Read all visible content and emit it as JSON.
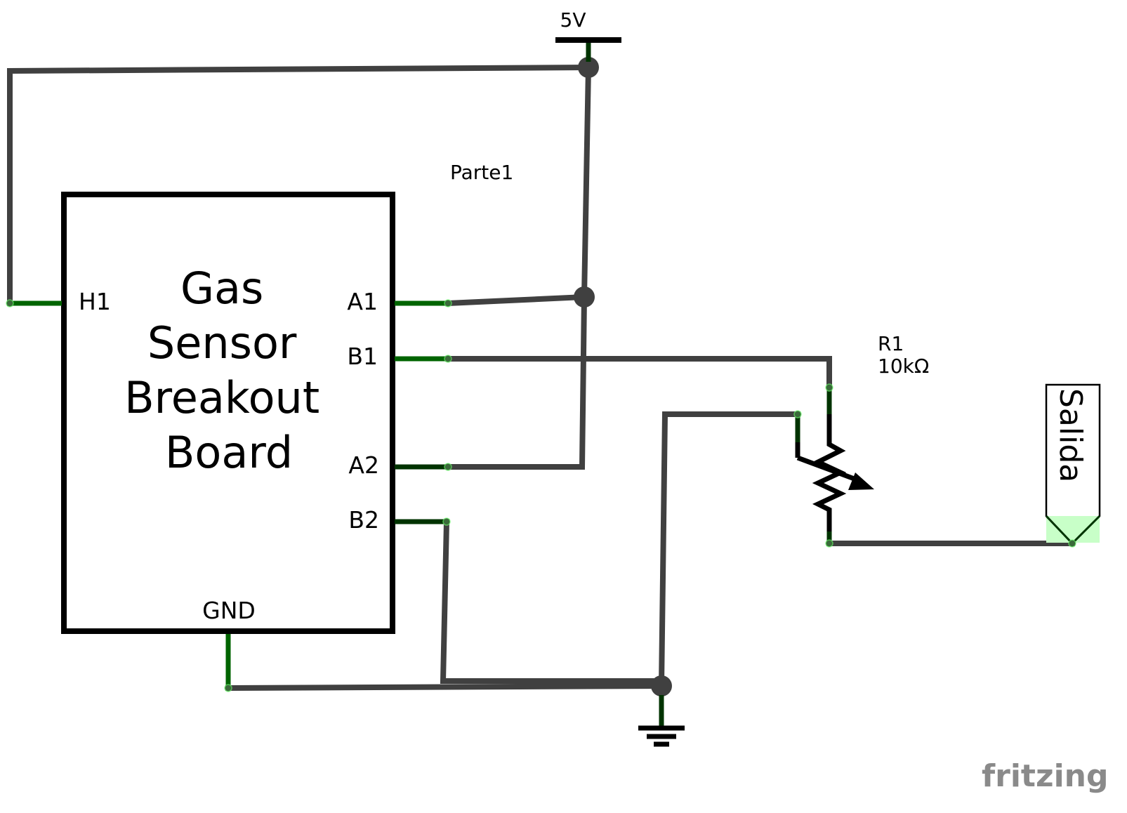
{
  "diagram": {
    "type": "circuit-schematic",
    "components": {
      "sensor": {
        "title_lines": [
          "Gas",
          "Sensor",
          "Breakout",
          "Board"
        ],
        "pins": {
          "h1": "H1",
          "a1": "A1",
          "b1": "B1",
          "a2": "A2",
          "b2": "B2",
          "gnd": "GND"
        }
      },
      "part_label": "Parte1",
      "power": {
        "label": "5V"
      },
      "potentiometer": {
        "ref": "R1",
        "value": "10kΩ"
      },
      "output_port": {
        "label": "Salida"
      },
      "ground": {
        "symbol": "ground-icon"
      }
    },
    "nets": [
      {
        "name": "5V",
        "connects": [
          "5V",
          "H1",
          "A1",
          "A2"
        ]
      },
      {
        "name": "B1-R1",
        "connects": [
          "B1",
          "R1 top"
        ]
      },
      {
        "name": "GND",
        "connects": [
          "GND",
          "B2",
          "R1 wiper",
          "ground"
        ]
      },
      {
        "name": "Salida",
        "connects": [
          "R1 bottom",
          "Salida"
        ]
      }
    ],
    "colors": {
      "wire": "#404040",
      "pin": "#006400",
      "pin_highlight": "#6cff6c",
      "port_fill": "#c8ffc8",
      "outline": "#000000",
      "logo": "#8a8a8a"
    },
    "branding": {
      "logo_text": "fritzing"
    }
  }
}
